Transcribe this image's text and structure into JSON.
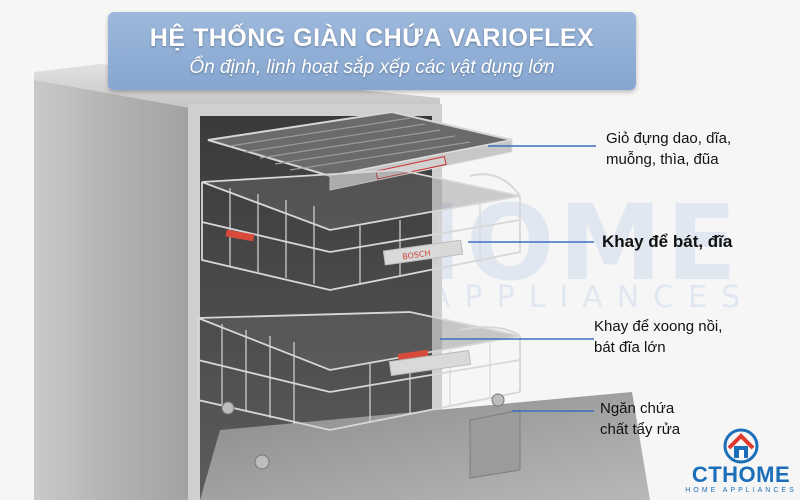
{
  "banner": {
    "title": "HỆ THỐNG GIÀN CHỨA VARIOFLEX",
    "subtitle": "Ổn định, linh hoạt sắp xếp các vật dụng lớn"
  },
  "callouts": [
    {
      "lines": [
        "Giỏ đựng dao, dĩa,",
        "muỗng, thìa, đũa"
      ]
    },
    {
      "lines": [
        "Khay để bát, đĩa"
      ]
    },
    {
      "lines": [
        "Khay để xoong nồi,",
        "bát đĩa lớn"
      ]
    },
    {
      "lines": [
        "Ngăn chứa",
        "chất tẩy rửa"
      ]
    }
  ],
  "watermark": {
    "word": "HOME",
    "sub": "APPLIANCES"
  },
  "product_brand": "BOSCH",
  "logo": {
    "part1": "CT",
    "part2": "HOME",
    "tagline": "HOME APPLIANCES"
  },
  "colors": {
    "banner": "#8fadd5",
    "leader_line": "#3c6fc0",
    "logo_blue": "#1b6fb8",
    "logo_red": "#e03a2e"
  }
}
